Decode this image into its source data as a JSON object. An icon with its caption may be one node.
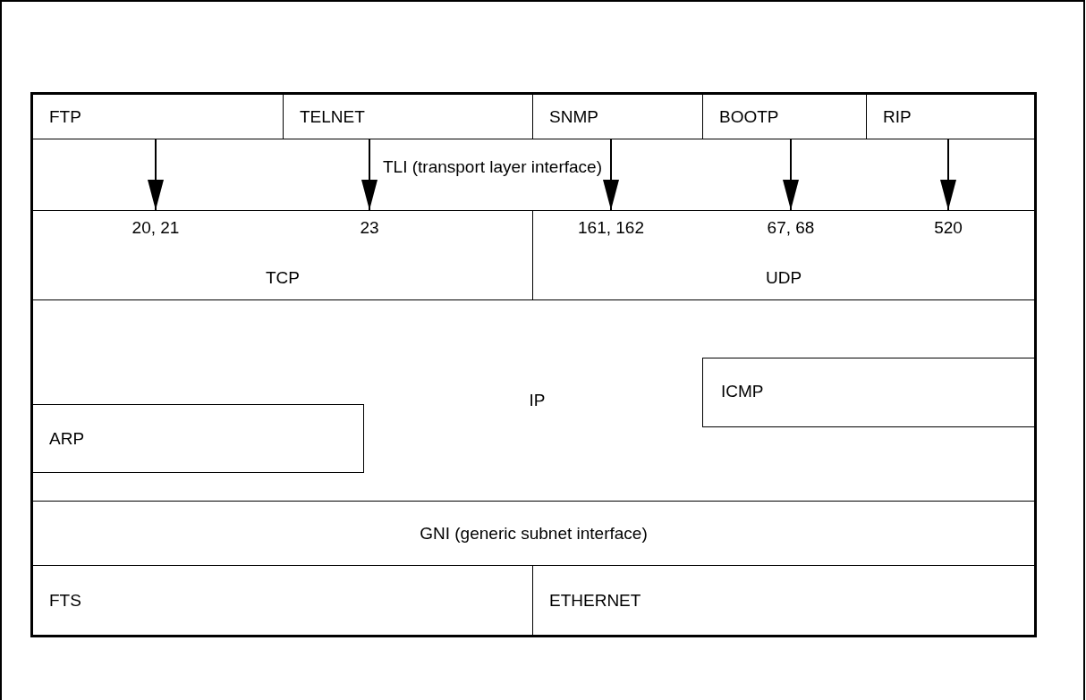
{
  "diagram": {
    "nodes": [
      {
        "text": [
          "FTP"
        ]
      },
      {
        "text": [
          "TELNET"
        ]
      },
      {
        "text": [
          "SNMP"
        ]
      },
      {
        "text": [
          "BOOTP"
        ]
      },
      {
        "text": [
          "RIP"
        ]
      },
      {
        "text": [
          "TLI (transport layer interface)"
        ]
      },
      {
        "text": [
          "TCP"
        ]
      },
      {
        "text": [
          "UDP"
        ]
      },
      {
        "text": [
          "IP"
        ]
      },
      {
        "text": [
          "ICMP"
        ],
        "in": 8
      },
      {
        "text": [
          "ARP"
        ],
        "in": 8
      },
      {
        "text": [
          "GNI (generic subnet interface)"
        ]
      },
      {
        "text": [
          "FTS"
        ]
      },
      {
        "text": [
          "ETHERNET"
        ]
      }
    ],
    "edges": [
      {
        "from": 0,
        "to": 6,
        "arrow": "to",
        "label": "20, 21"
      },
      {
        "from": 1,
        "to": 6,
        "arrow": "to",
        "label": "23"
      },
      {
        "from": 2,
        "to": 7,
        "arrow": "to",
        "label": "161, 162"
      },
      {
        "from": 3,
        "to": 7,
        "arrow": "to",
        "label": "67, 68"
      },
      {
        "from": 4,
        "to": 7,
        "arrow": "to",
        "label": "520"
      }
    ]
  }
}
